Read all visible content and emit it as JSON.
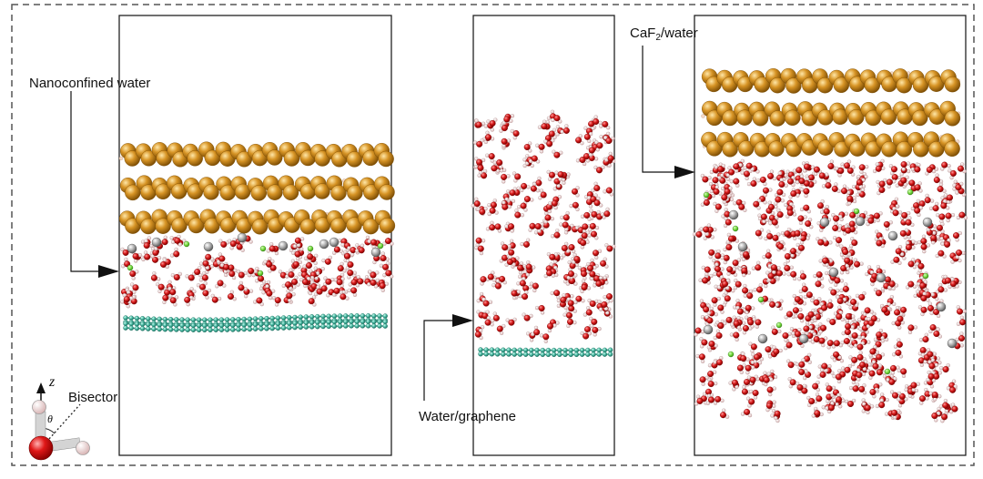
{
  "labels": {
    "nanoconfined": "Nanoconfined water",
    "water_graphene": "Water/graphene",
    "caf2_prefix": "CaF",
    "caf2_sub": "2",
    "caf2_suffix": "/water",
    "bisector": "Bisector",
    "z_axis": "z",
    "theta": "θ"
  },
  "colors": {
    "calcium": "#c9820f",
    "oxygen": "#d41414",
    "hydrogen": "#f2d0d0",
    "graphene": "#45b59f",
    "chloride": "#6fd63a",
    "ion_gray": "#8a8a8a",
    "frame": "#222222"
  }
}
